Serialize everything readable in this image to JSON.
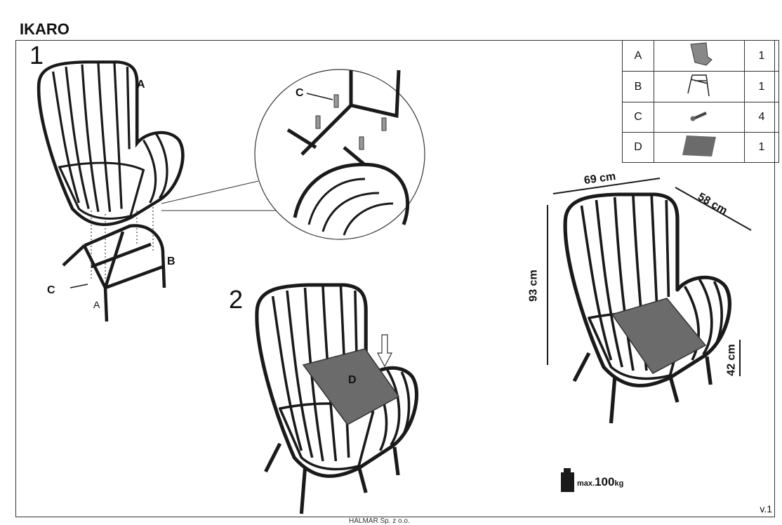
{
  "title": "IKARO",
  "steps": {
    "one": "1",
    "two": "2"
  },
  "step1_labels": {
    "a": "A",
    "b": "B",
    "c": "C",
    "c_detail": "C",
    "a_rotate": "A"
  },
  "step2_labels": {
    "d": "D"
  },
  "parts": [
    {
      "letter": "A",
      "icon": "chair-seat-icon",
      "qty": "1"
    },
    {
      "letter": "B",
      "icon": "frame-base-icon",
      "qty": "1"
    },
    {
      "letter": "C",
      "icon": "screw-icon",
      "qty": "4"
    },
    {
      "letter": "D",
      "icon": "cushion-icon",
      "qty": "1"
    }
  ],
  "dimensions": {
    "width": "69 cm",
    "depth": "58 cm",
    "height": "93 cm",
    "seat_height": "42 cm"
  },
  "max_load": {
    "prefix": "max.",
    "value": "100",
    "unit": "kg"
  },
  "version": "v.1",
  "footer": "HALMAR Sp. z o.o.",
  "colors": {
    "line": "#1a1a1a",
    "cushion": "#6b6b6b"
  }
}
